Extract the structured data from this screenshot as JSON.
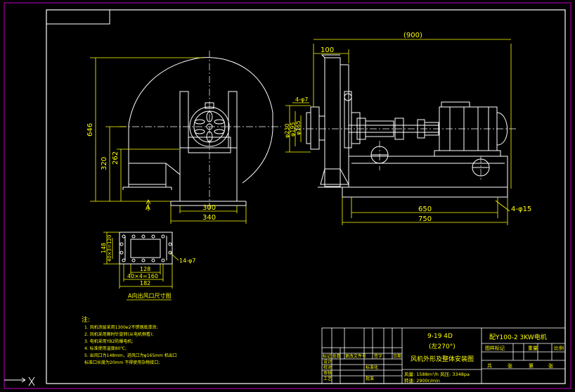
{
  "dimensions": {
    "total_length": "(900)",
    "d100": "100",
    "height_646": "646",
    "height_320": "320",
    "height_262": "262",
    "d300": "300",
    "d340": "340",
    "d650": "650",
    "d750": "750",
    "holes": "4-φ15",
    "phi230": "φ230",
    "phi195": "φ195",
    "phi165": "φ165",
    "holes_small": "4-φ7",
    "section_mark": "A",
    "port_h1": "148",
    "port_h2": "40×3=120",
    "port_w1": "128",
    "port_w2": "40×4=160",
    "port_w3": "182",
    "port_holes": "14-φ7"
  },
  "outlet_caption": "A向出风口尺寸图",
  "notes": {
    "title": "注:",
    "items": [
      "1. 风机涂层采用1300e2不锈钢底漆涂;",
      "2. 风机采用顺时针旋转(从电机侧看);",
      "3. 电机采用YB2防爆电机;",
      "4. 标准使用温度80℃;",
      "5. 出风口为148mm，进风口为φ165mm  机出口",
      "   标准口长度为20mm  不得使用杂物接口;"
    ]
  },
  "title_block": {
    "model_line1": "9-19  4D",
    "model_line2": "(左270°)",
    "drawing_name": "风机外形及整体安装图",
    "param1": "风量: 1588m³/h 风压: 3348pa",
    "param2": "转速: 2900r/min",
    "motor": "配Y100-2  3KW电机",
    "header_cols": [
      "图样标记",
      "重量",
      "比例"
    ],
    "sheet_row": [
      "共",
      "张",
      "第",
      "张"
    ],
    "rev_headers": [
      "标记",
      "处数",
      "更改文件号",
      "签字",
      "日期"
    ],
    "sign_rows": [
      "设计",
      "校对",
      "审核",
      "工艺"
    ],
    "sign_right": [
      "标准化",
      "批准"
    ]
  },
  "colors": {
    "background": "#000000",
    "line": "#ffffff",
    "dimension": "#ffff00",
    "frame": "#c000c0"
  }
}
